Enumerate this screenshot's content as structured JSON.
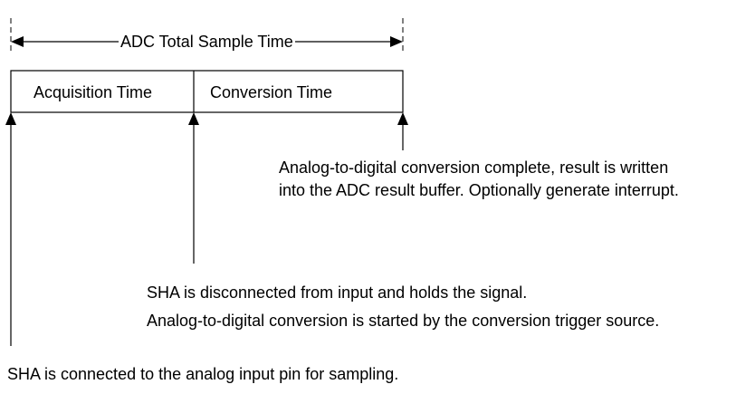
{
  "diagram": {
    "total_label": "ADC Total Sample Time",
    "segments": [
      {
        "label": "Acquisition Time"
      },
      {
        "label": "Conversion Time"
      }
    ],
    "events": {
      "conversion_complete": {
        "lines": [
          "Analog-to-digital conversion complete, result is written",
          "into the ADC result buffer. Optionally generate interrupt."
        ]
      },
      "hold_start": {
        "lines": [
          "SHA is disconnected from input and holds the signal.",
          "Analog-to-digital conversion is started by the conversion trigger source."
        ]
      },
      "sampling_start": {
        "lines": [
          "SHA is connected to the analog input pin for sampling."
        ]
      }
    }
  }
}
